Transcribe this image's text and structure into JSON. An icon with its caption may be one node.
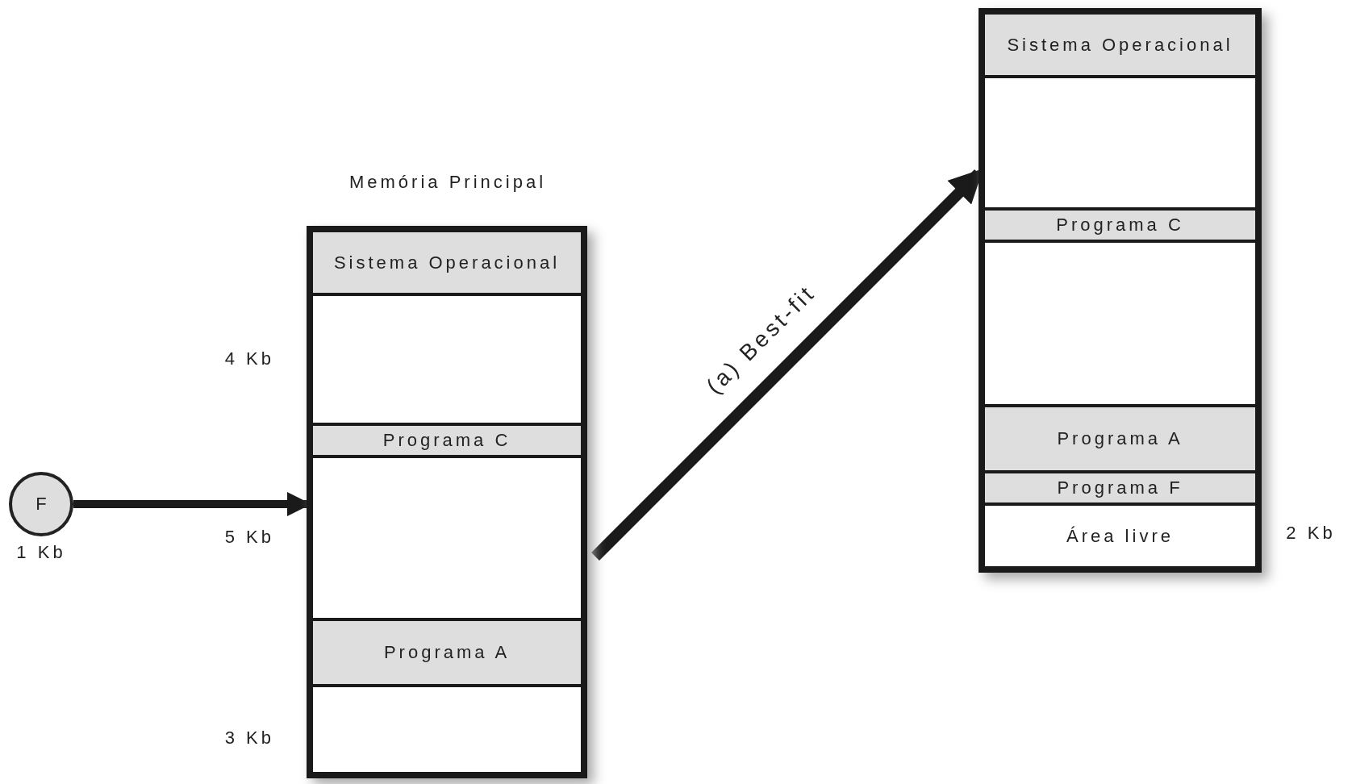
{
  "diagram": {
    "nodes": [
      {
        "text": [
          "F"
        ],
        "beside": [
          "1 Kb"
        ]
      },
      {
        "text": [
          "Memória Principal"
        ]
      },
      {
        "text": [
          "Sistema Operacional"
        ],
        "in": 1
      },
      {
        "text": [],
        "shape": "box",
        "in": 1,
        "beside": [
          "4 Kb"
        ]
      },
      {
        "text": [
          "Programa C"
        ],
        "in": 1
      },
      {
        "text": [],
        "shape": "box",
        "in": 1,
        "beside": [
          "5 Kb"
        ]
      },
      {
        "text": [
          "Programa A"
        ],
        "in": 1
      },
      {
        "text": [],
        "shape": "box",
        "in": 1,
        "beside": [
          "3 Kb"
        ]
      },
      {
        "text": [],
        "shape": "box"
      },
      {
        "text": [
          "Sistema Operacional"
        ],
        "in": 8
      },
      {
        "text": [],
        "shape": "box",
        "in": 8
      },
      {
        "text": [
          "Programa C"
        ],
        "in": 8
      },
      {
        "text": [],
        "shape": "box",
        "in": 8
      },
      {
        "text": [
          "Programa A"
        ],
        "in": 8
      },
      {
        "text": [
          "Programa F"
        ],
        "in": 8
      },
      {
        "text": [
          "Área livre"
        ],
        "in": 8,
        "beside": [
          "2 Kb"
        ]
      }
    ],
    "edges": [
      {
        "from": 0,
        "to": 1,
        "arrow": "to"
      },
      {
        "from": 1,
        "to": 8,
        "arrow": "to",
        "label": "(a) Best-fit"
      }
    ]
  }
}
